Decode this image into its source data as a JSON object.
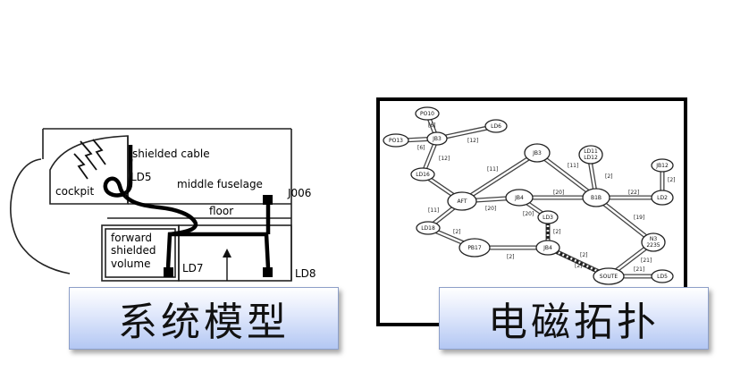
{
  "left_diagram": {
    "labels": {
      "shielded_cable": "shielded cable",
      "cockpit": "cockpit",
      "ld5": "LD5",
      "middle_fuselage": "middle fuselage",
      "j006": "J006",
      "floor": "floor",
      "forward": "forward",
      "shielded": "shielded",
      "volume": "volume",
      "ld7": "LD7",
      "ld8": "LD8"
    },
    "caption": "系统模型"
  },
  "right_diagram": {
    "nodes": {
      "po10": "PO10",
      "po13": "PO13",
      "jb3a": "JB3",
      "ld6": "LD6",
      "ld16": "LD16",
      "jb3b": "JB3",
      "ld11": "LD11",
      "ld12": "LD12",
      "jb12": "JB12",
      "aft": "AFT",
      "jb4": "JB4",
      "b1b": "B1B",
      "ld2": "LD2",
      "ld3": "LD3",
      "ld18": "LD18",
      "pb17": "PB17",
      "jb4b": "JB4",
      "n3": "N3",
      "n3b": "2235",
      "soute": "SOUTE",
      "ld5": "LD5"
    },
    "edges": {
      "e1": "[6]",
      "e2": "[12]",
      "e3": "[6]",
      "e4": "[12]",
      "e5": "[11]",
      "e6": "[11]",
      "e7": "[2]",
      "e8": "[2]",
      "e9": "[20]",
      "e10": "[20]",
      "e11": "[22]",
      "e12": "[11]",
      "e13": "[20]",
      "e14": "[19]",
      "e15": "[2]",
      "e16": "[2]",
      "e17": "[2]",
      "e18": "[2]",
      "e19": "[21]",
      "e20": "[21]",
      "e21": "[2]"
    },
    "caption": "电磁拓扑"
  },
  "colors": {
    "caption_top": "#ffffff",
    "caption_bottom": "#b3c7f3",
    "frame": "#000000"
  }
}
